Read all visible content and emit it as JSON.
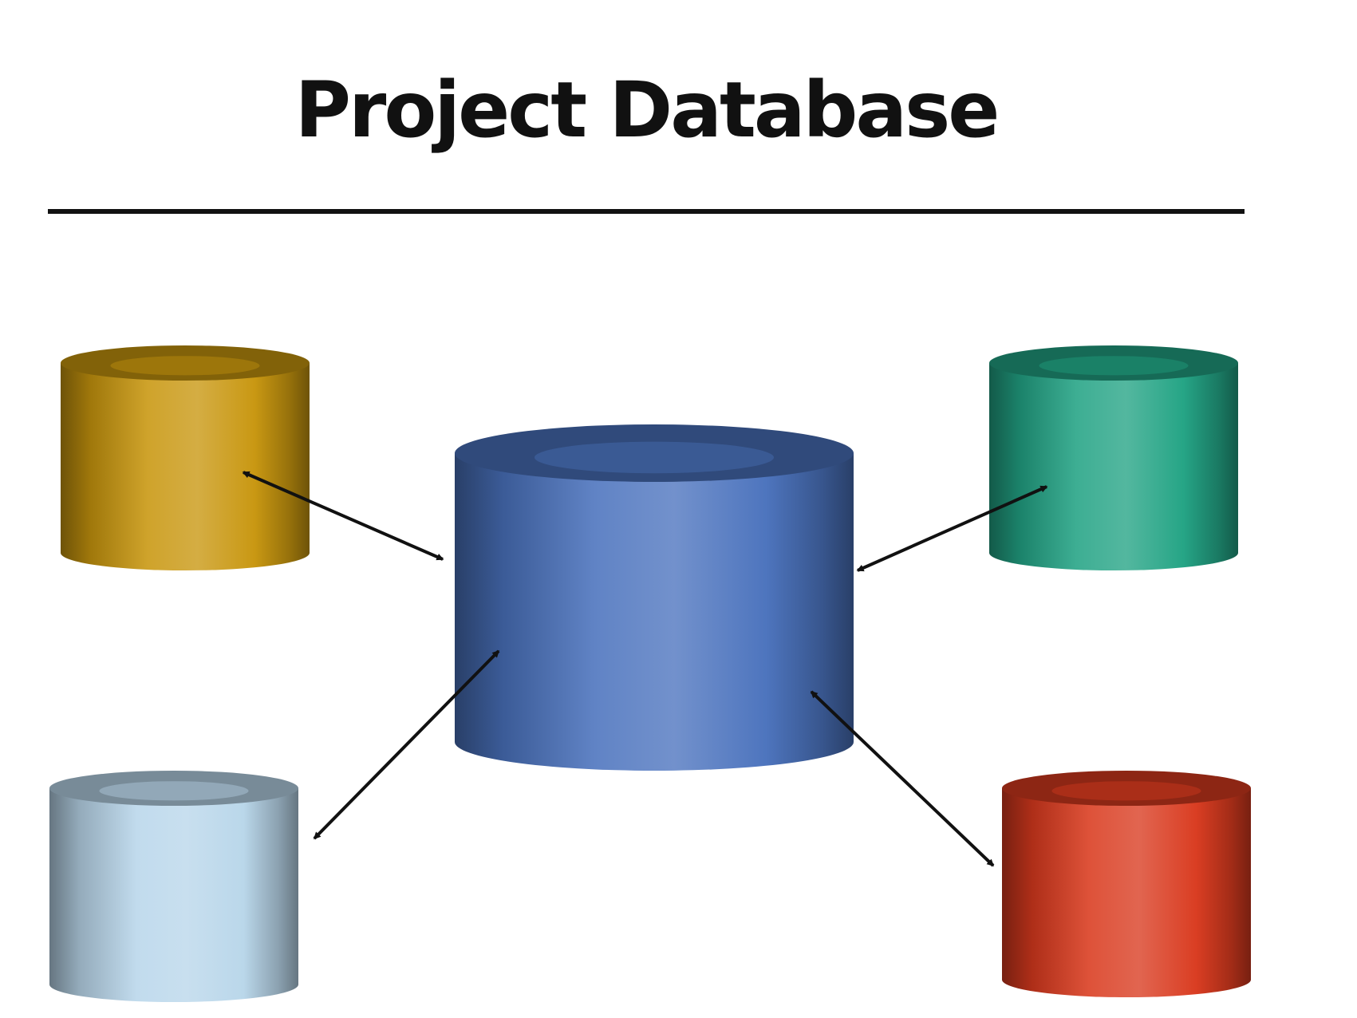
{
  "title": "Project Database",
  "central_database": {
    "label": "",
    "color": "#4a72bd"
  },
  "peripheral_databases": [
    {
      "name": "top-left-database",
      "color": "#c8960e"
    },
    {
      "name": "top-right-database",
      "color": "#22a384"
    },
    {
      "name": "bottom-left-database",
      "color": "#b9d6ea"
    },
    {
      "name": "bottom-right-database",
      "color": "#d93a1e"
    }
  ],
  "connections": [
    {
      "from": "top-left-database",
      "to": "central-database",
      "direction": "bidirectional"
    },
    {
      "from": "top-right-database",
      "to": "central-database",
      "direction": "bidirectional"
    },
    {
      "from": "bottom-left-database",
      "to": "central-database",
      "direction": "bidirectional"
    },
    {
      "from": "bottom-right-database",
      "to": "central-database",
      "direction": "bidirectional"
    }
  ]
}
